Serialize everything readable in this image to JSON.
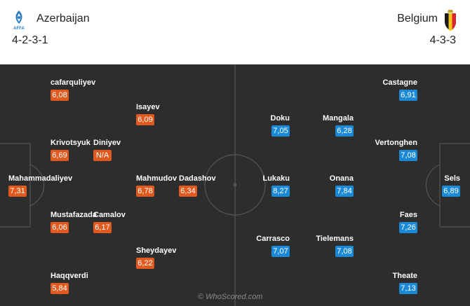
{
  "home": {
    "name": "Azerbaijan",
    "formation": "4-2-3-1",
    "logo_text": "AFFA",
    "color": "#e05a1f",
    "players": [
      {
        "name": "cafarquliyev",
        "rating": "6,08"
      },
      {
        "name": "Isayev",
        "rating": "6,09"
      },
      {
        "name": "Krivotsyuk",
        "rating": "6,69"
      },
      {
        "name": "Diniyev",
        "rating": "N/A"
      },
      {
        "name": "Mahammadaliyev",
        "rating": "7,31"
      },
      {
        "name": "Mahmudov",
        "rating": "6,78"
      },
      {
        "name": "Dadashov",
        "rating": "6,34"
      },
      {
        "name": "Mustafazada",
        "rating": "6,06"
      },
      {
        "name": "Camalov",
        "rating": "6,17"
      },
      {
        "name": "Sheydayev",
        "rating": "6,22"
      },
      {
        "name": "Haqqverdi",
        "rating": "5,84"
      }
    ]
  },
  "away": {
    "name": "Belgium",
    "formation": "4-3-3",
    "color": "#1b8ad6",
    "players": [
      {
        "name": "Castagne",
        "rating": "6,91"
      },
      {
        "name": "Doku",
        "rating": "7,05"
      },
      {
        "name": "Mangala",
        "rating": "6,28"
      },
      {
        "name": "Vertonghen",
        "rating": "7,08"
      },
      {
        "name": "Lukaku",
        "rating": "8,27"
      },
      {
        "name": "Onana",
        "rating": "7,84"
      },
      {
        "name": "Sels",
        "rating": "6,89"
      },
      {
        "name": "Faes",
        "rating": "7,26"
      },
      {
        "name": "Carrasco",
        "rating": "7,07"
      },
      {
        "name": "Tielemans",
        "rating": "7,08"
      },
      {
        "name": "Theate",
        "rating": "7,13"
      }
    ]
  },
  "watermark": "© WhoScored.com"
}
